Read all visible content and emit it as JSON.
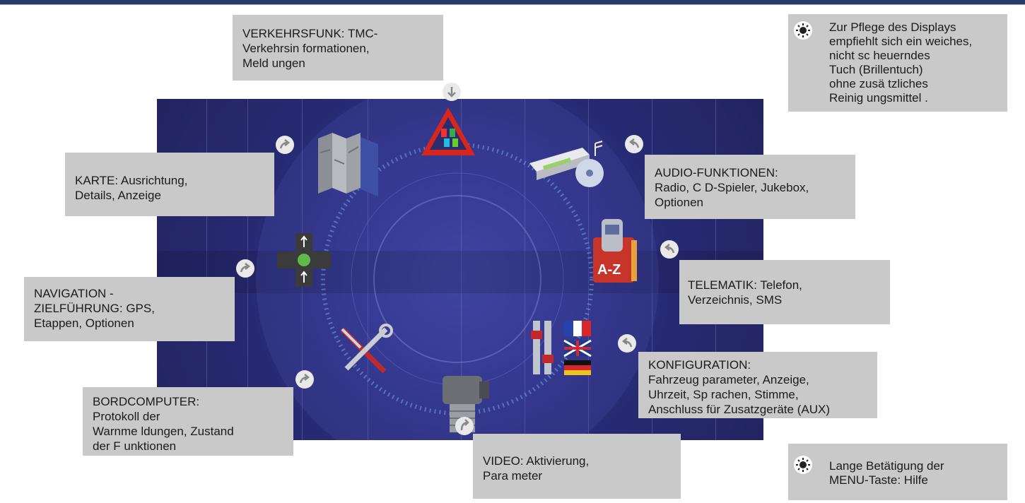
{
  "callouts": {
    "traffic": "VERKEHRSFUNK: TMC-\nVerkehrsin formationen,\nMeld ungen",
    "map": "KARTE: Ausrichtung,\nDetails, Anzeige",
    "navigation": "  NAVIGATION -\nZIELFÜHRUNG: GPS,\nEtappen, Optionen",
    "computer": "BORDCOMPUTER:\nProtokoll  der\nWarnme ldungen, Zustand\nder F unktionen",
    "video": "VIDEO: Aktivierung,\nPara meter",
    "audio": "  AUDIO-FUNKTIONEN:\nRadio, C D-Spieler, Jukebox,\nOptionen",
    "telematics": "  TELEMATIK: Telefon,\nVerzeichnis, SMS",
    "configuration": "KONFIGURATION:\nFahrzeug parameter, Anzeige,\nUhrzeit, Sp rachen, Stimme,\nAnschluss für Zusatzgeräte (AUX)"
  },
  "notes": {
    "cleaning": "Zur Pflege des Displays\nempfiehlt sich ein weiches,\nnicht sc heuerndes\nTuch (Brillentuch)\nohne zusä tzliches\nReinig ungsmittel .",
    "help": "  Lange Betätigung der\nMENU-Taste: Hilfe"
  },
  "icons": {
    "az_label": "A-Z"
  },
  "colors": {
    "stage": "#2e3186",
    "callout": "#c9c9c9",
    "warning_red": "#d7261e"
  }
}
